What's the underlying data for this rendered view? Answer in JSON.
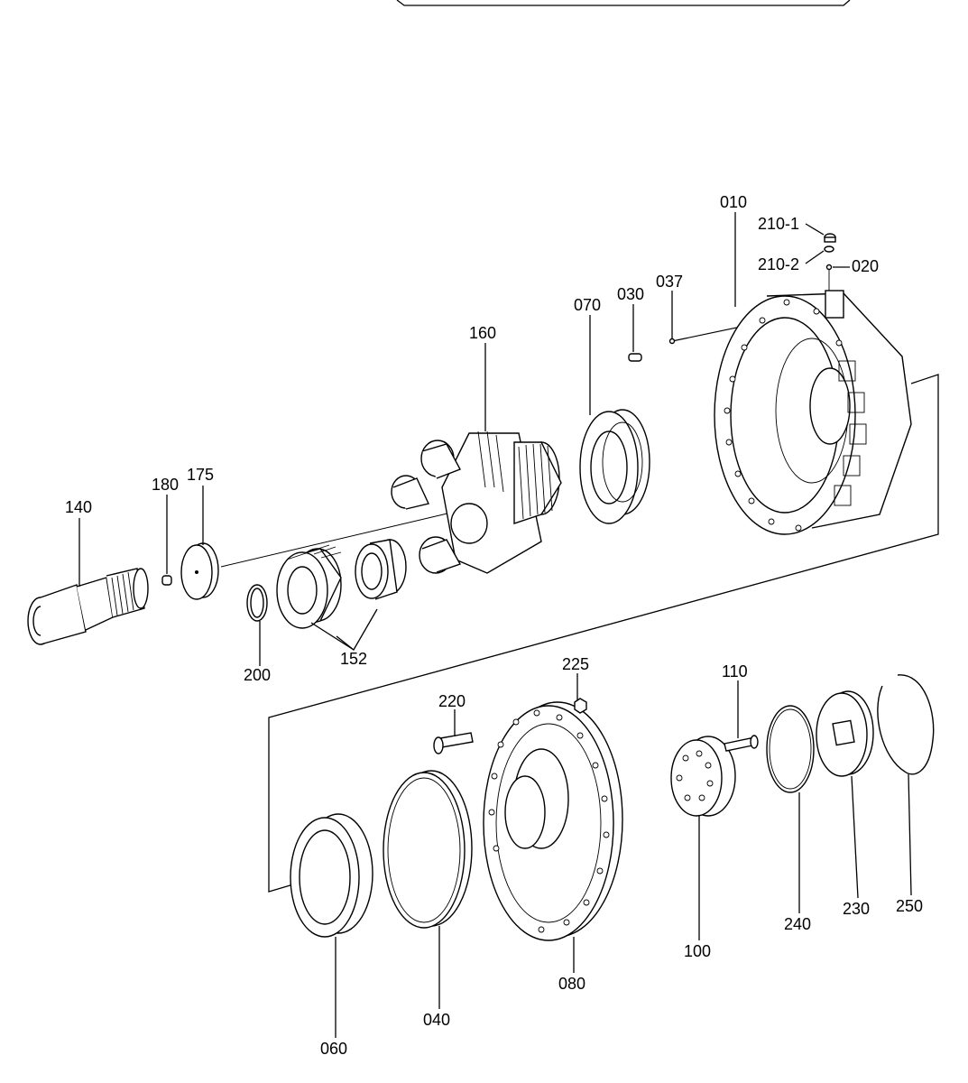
{
  "labels": {
    "p010": "010",
    "p020": "020",
    "p030": "030",
    "p037": "037",
    "p040": "040",
    "p060": "060",
    "p070": "070",
    "p080": "080",
    "p100": "100",
    "p110": "110",
    "p140": "140",
    "p152": "152",
    "p160": "160",
    "p175": "175",
    "p180": "180",
    "p200": "200",
    "p210_1": "210-1",
    "p210_2": "210-2",
    "p220": "220",
    "p225": "225",
    "p230": "230",
    "p240": "240",
    "p250": "250"
  }
}
